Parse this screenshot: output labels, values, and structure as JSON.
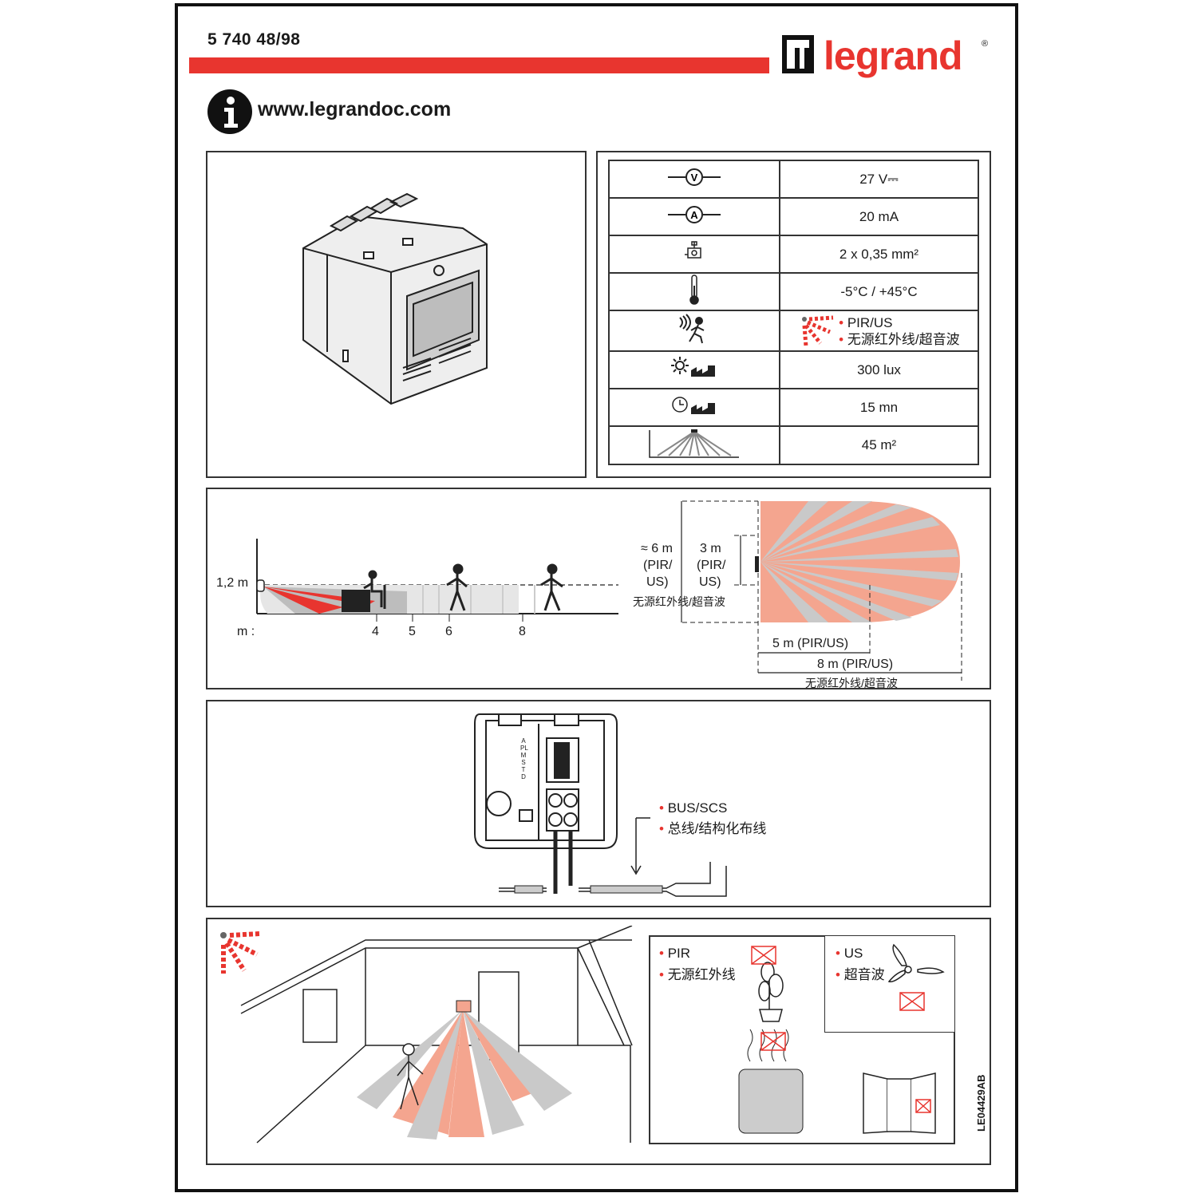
{
  "header": {
    "ref": "5 740 48/98",
    "brand": "legrand",
    "registered": "®",
    "url": "www.legrandoc.com"
  },
  "specs": [
    {
      "icon": "voltage-icon",
      "value": "27 V⎓"
    },
    {
      "icon": "current-icon",
      "value": "20 mA"
    },
    {
      "icon": "wire-section-icon",
      "value": "2 x 0,35 mm²"
    },
    {
      "icon": "thermometer-icon",
      "value": "-5°C / +45°C"
    },
    {
      "icon": "detection-person-icon",
      "value_lines": [
        "PIR/US",
        "无源红外线/超音波"
      ]
    },
    {
      "icon": "light-threshold-icon",
      "value": "300 lux"
    },
    {
      "icon": "timer-icon",
      "value": "15 mn"
    },
    {
      "icon": "coverage-area-icon",
      "value": "45 m²"
    }
  ],
  "range_diagram": {
    "height_label": "1,2 m",
    "axis_prefix": "m :",
    "ticks": [
      "4",
      "5",
      "6",
      "8"
    ],
    "width_label_1": "≈ 6 m",
    "width_label_1b": "(PIR/",
    "width_label_1c": "US)",
    "width_label_2": "3 m",
    "width_label_2b": "(PIR/",
    "width_label_2c": "US)",
    "cn_label": "无源红外线/超音波",
    "range_5": "5 m (PIR/US)",
    "range_8": "8 m (PIR/US)",
    "range_cn": "无源红外线/超音波"
  },
  "wiring": {
    "bus_line1": "BUS/SCS",
    "bus_line2": "总线/结构化布线",
    "terminal_letters": [
      "A",
      "PL",
      "M",
      "S",
      "T",
      "D"
    ]
  },
  "installation": {
    "pir_label": "PIR",
    "pir_cn": "无源红外线",
    "us_label": "US",
    "us_cn": "超音波"
  },
  "doc_code": "LE04429AB",
  "colors": {
    "accent": "#e8352f",
    "ray_red": "#f4a58f",
    "ray_grey": "#bdbdbd"
  }
}
